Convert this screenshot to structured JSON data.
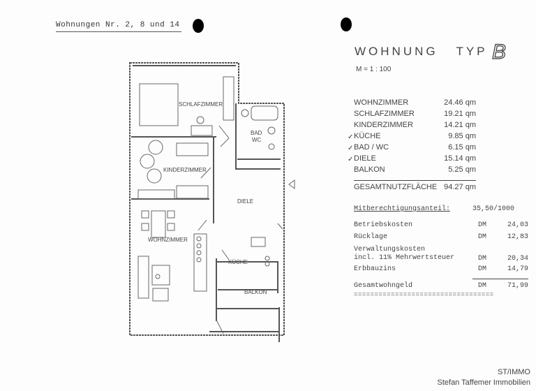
{
  "header": {
    "apartments_label": "Wohnungen Nr. 2, 8 und 14"
  },
  "type_block": {
    "title": "WOHNUNG   TYP",
    "type_letter": "B",
    "scale": "M = 1 : 100"
  },
  "areas": {
    "rows": [
      {
        "room": "WOHNZIMMER",
        "value": "24.46 qm",
        "marked": false
      },
      {
        "room": "SCHLAFZIMMER",
        "value": "19.21 qm",
        "marked": false
      },
      {
        "room": "KINDERZIMMER",
        "value": "14.21 qm",
        "marked": false
      },
      {
        "room": "KÜCHE",
        "value": "9.85 qm",
        "marked": true
      },
      {
        "room": "BAD / WC",
        "value": "6.15 qm",
        "marked": true
      },
      {
        "room": "DIELE",
        "value": "15.14 qm",
        "marked": true
      },
      {
        "room": "BALKON",
        "value": "5.25 qm",
        "marked": false
      }
    ],
    "total": {
      "label": "GESAMTNUTZFLÄCHE",
      "value": "94.27 qm"
    },
    "check_mark": "✓"
  },
  "costs": {
    "share": {
      "label": "Mitberechtigungsanteil:",
      "value": "35,50/1000"
    },
    "rows": [
      {
        "label": "Betriebskosten",
        "currency": "DM",
        "amount": "24,03"
      },
      {
        "label": "Rücklage",
        "currency": "DM",
        "amount": "12,83"
      },
      {
        "label": "Verwaltungskosten\nincl. 11% Mehrwertsteuer",
        "currency": "DM",
        "amount": "20,34"
      },
      {
        "label": "Erbbauzins",
        "currency": "DM",
        "amount": "14,79"
      }
    ],
    "total": {
      "label": "Gesamtwohngeld",
      "currency": "DM",
      "amount": "71,99"
    },
    "double_underline": "=================================="
  },
  "floorplan": {
    "rooms": {
      "schlafzimmer": "SCHLAFZIMMER",
      "bad": "BAD",
      "wc": "WC",
      "kinderzimmer": "KINDERZIMMER",
      "diele": "DIELE",
      "wohnzimmer": "WOHNZIMMER",
      "kueche": "KÜCHE",
      "balkon": "BALKON"
    }
  },
  "footer": {
    "brand": "ST/IMMO",
    "company": "Stefan Taffemer Immobilien"
  }
}
